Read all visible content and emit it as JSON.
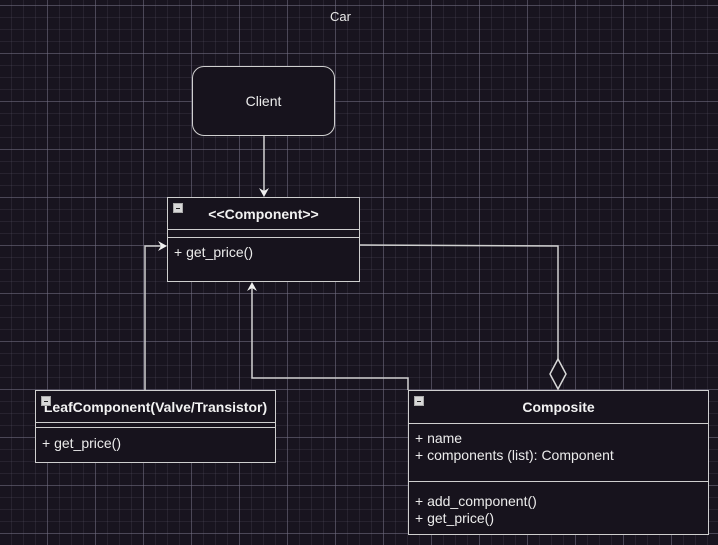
{
  "diagram": {
    "title": "Car",
    "client": {
      "label": "Client"
    },
    "classes": {
      "component": {
        "name": "<<Component>>",
        "attributes": [],
        "methods": [
          "+ get_price()"
        ]
      },
      "leaf": {
        "name": "LeafComponent(Valve/Transistor)",
        "attributes": [],
        "methods": [
          "+ get_price()"
        ]
      },
      "composite": {
        "name": "Composite",
        "attributes": [
          "+ name",
          "+ components (list): Component"
        ],
        "methods": [
          "+ add_component()",
          "+ get_price()"
        ]
      }
    },
    "relations": [
      {
        "from": "Client",
        "to": "<<Component>>",
        "type": "association"
      },
      {
        "from": "LeafComponent(Valve/Transistor)",
        "to": "<<Component>>",
        "type": "inheritance"
      },
      {
        "from": "Composite",
        "to": "<<Component>>",
        "type": "inheritance"
      },
      {
        "from": "<<Component>>",
        "to": "Composite",
        "type": "aggregation"
      }
    ]
  }
}
